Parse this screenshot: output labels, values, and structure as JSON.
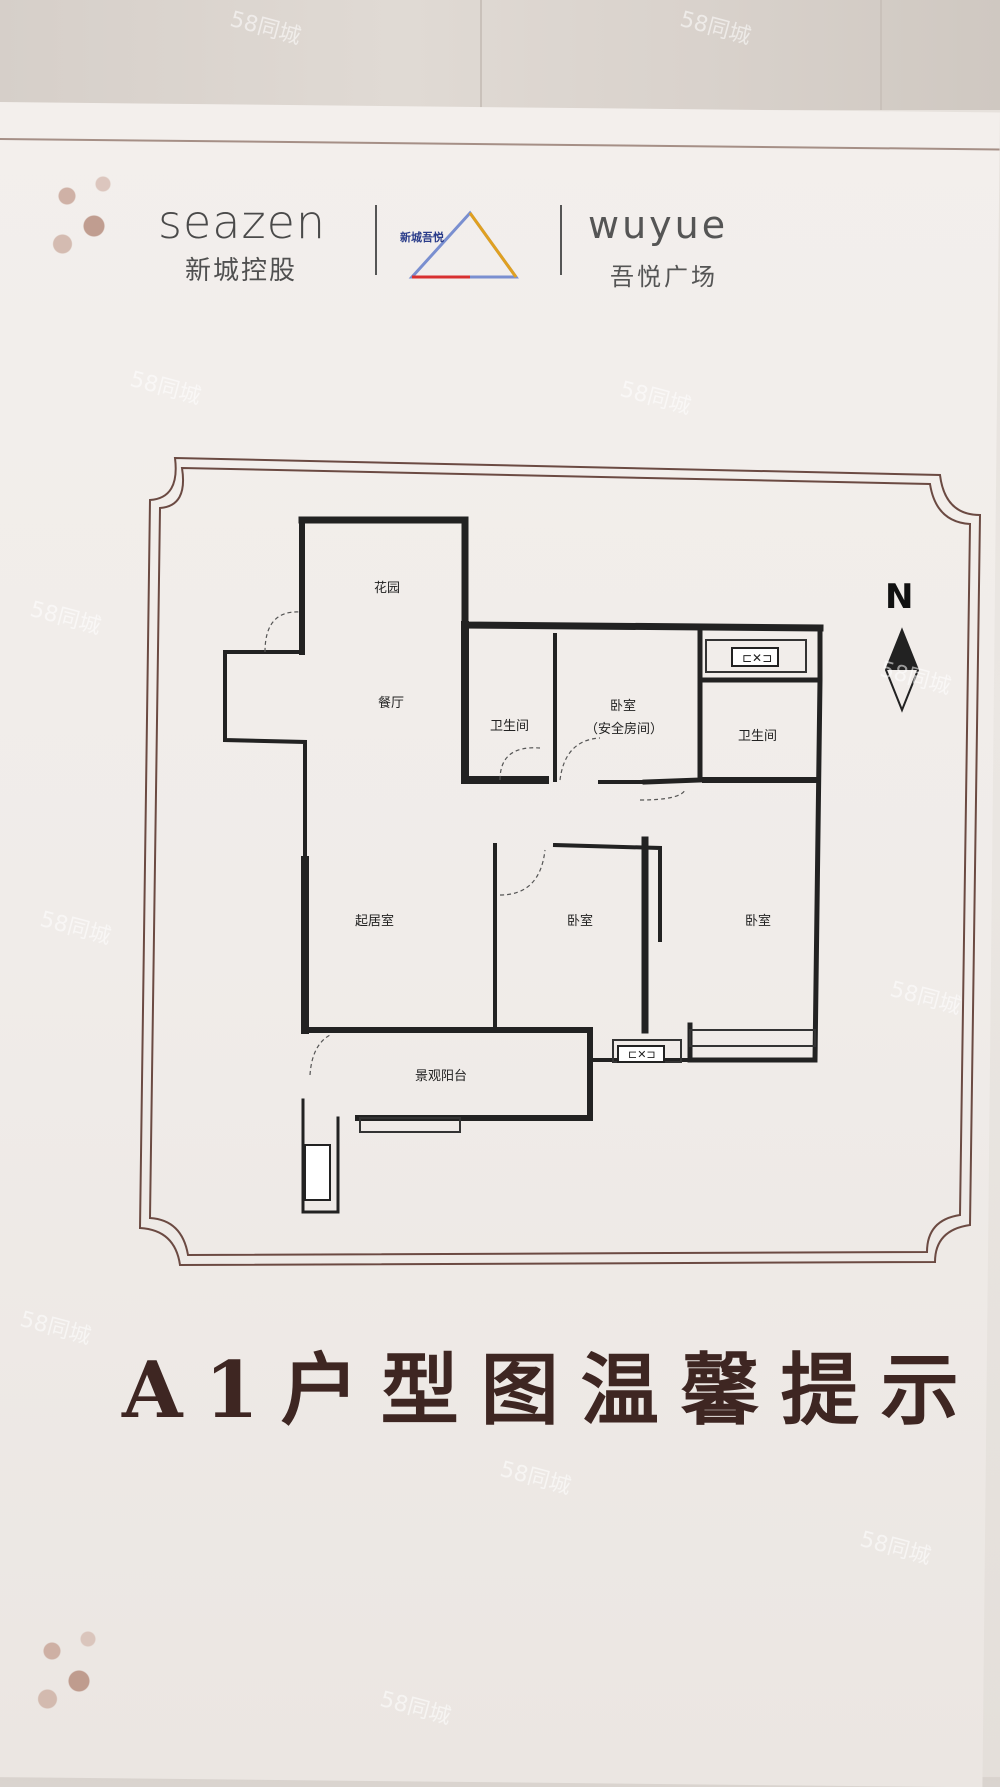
{
  "brand": {
    "seazen_en": "seazen",
    "seazen_cn": "新城控股",
    "wuyue_en": "wuyue",
    "wuyue_cn": "吾悦广场",
    "middle_logo_text": "新城吾悦"
  },
  "floorplan": {
    "compass": "N",
    "rooms": {
      "garden": "花园",
      "dining": "餐厅",
      "bath1": "卫生间",
      "bedroom_safe": "卧室",
      "bedroom_safe_note": "（安全房间）",
      "bath2": "卫生间",
      "living": "起居室",
      "bedroom2": "卧室",
      "bedroom3": "卧室",
      "balcony": "景观阳台"
    }
  },
  "headline": "A1户型图温馨提示",
  "watermark_text": "58同城",
  "colors": {
    "title": "#3e2622",
    "frame": "#6b4a42",
    "wall": "#222222"
  }
}
